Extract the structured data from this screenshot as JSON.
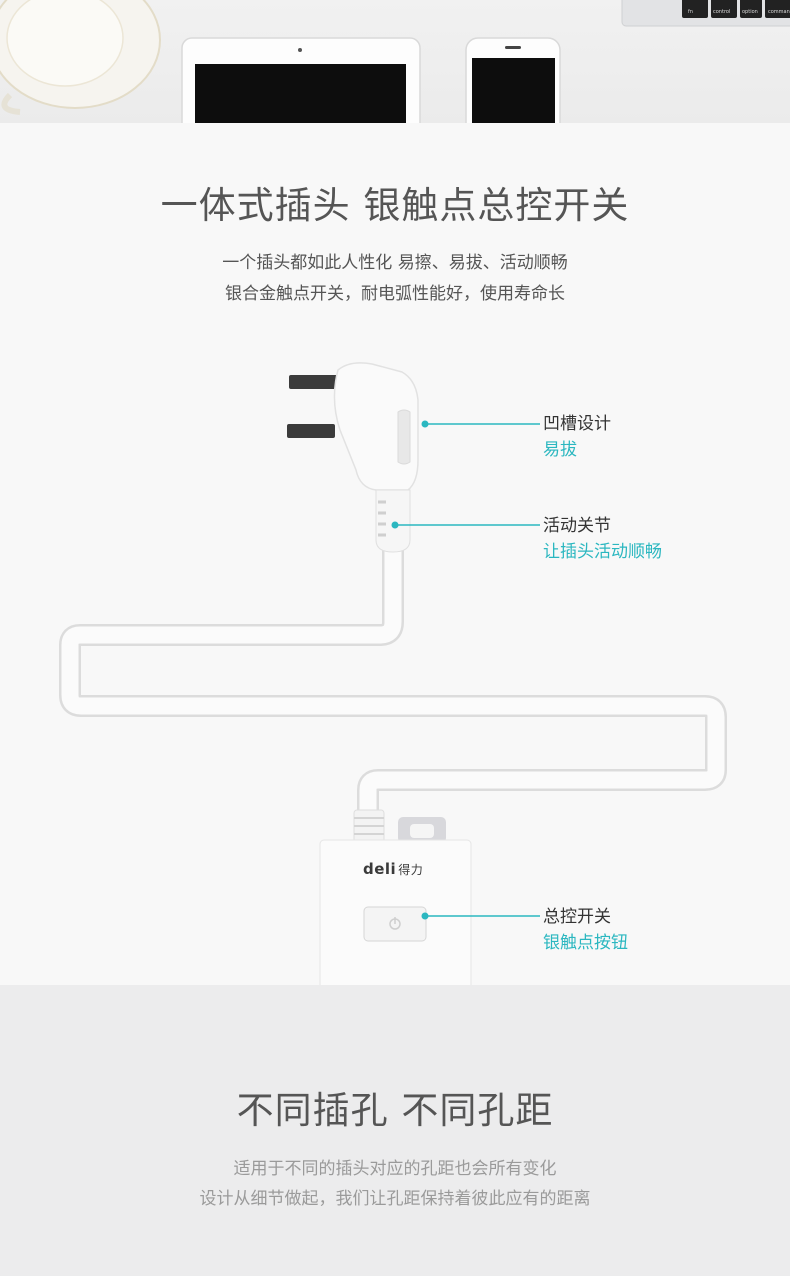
{
  "section1": {
    "title": "一体式插头 银触点总控开关",
    "subtitle_line1": "一个插头都如此人性化 易擦、易拔、活动顺畅",
    "subtitle_line2": "银合金触点开关，耐电弧性能好，使用寿命长"
  },
  "callouts": [
    {
      "label": "凹槽设计",
      "sub": "易拔"
    },
    {
      "label": "活动关节",
      "sub": "让插头活动顺畅"
    },
    {
      "label": "总控开关",
      "sub": "银触点按钮"
    }
  ],
  "brand": {
    "logo_text": "deli",
    "logo_cn": "得力"
  },
  "keyboard_keys": [
    "fn",
    "control",
    "option",
    "command"
  ],
  "section2": {
    "title": "不同插孔 不同孔距",
    "subtitle_line1": "适用于不同的插头对应的孔距也会所有变化",
    "subtitle_line2": "设计从细节做起，我们让孔距保持着彼此应有的距离"
  },
  "colors": {
    "accent": "#2bb7c0",
    "title": "#555555"
  }
}
